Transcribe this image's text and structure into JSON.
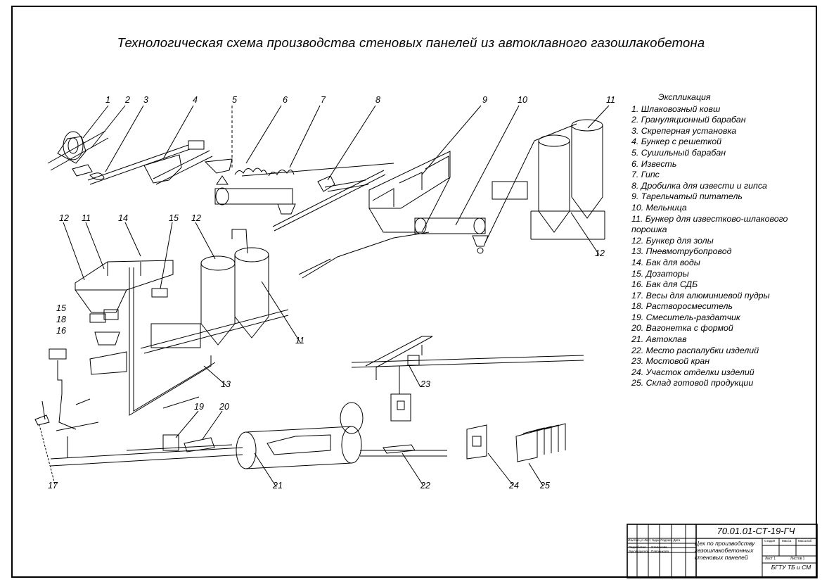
{
  "title": "Технологическая схема производства стеновых панелей из автоклавного газошлакобетона",
  "explication": {
    "header": "Экспликация",
    "items": [
      "1. Шлаковозный ковш",
      "2. Грануляционный барабан",
      "3. Скреперная установка",
      "4. Бункер с решеткой",
      "5. Сушильный барабан",
      "6. Известь",
      "7. Гипс",
      "8. Дробилка для извести и гипса",
      "9. Тарельчатый питатель",
      "10. Мельница",
      "11. Бункер для известково-шлакового\nпорошка",
      "12. Бункер для золы",
      "13. Пневмотрубопровод",
      "14. Бак для воды",
      "15. Дозаторы",
      "16. Бак для СДБ",
      "17. Весы для алюминиевой пудры",
      "18. Растворосмеситель",
      "19. Смеситель-раздатчик",
      "20. Вагонетка с формой",
      "21. Автоклав",
      "22. Место распалубки изделий",
      "23. Мостовой кран",
      "24. Участок отделки изделий",
      "25. Склад готовой продукции"
    ]
  },
  "callouts": [
    "1",
    "2",
    "3",
    "4",
    "5",
    "6",
    "7",
    "8",
    "9",
    "10",
    "11",
    "12",
    "11",
    "14",
    "15",
    "12",
    "15",
    "18",
    "16",
    "11",
    "12",
    "13",
    "17",
    "19",
    "20",
    "21",
    "22",
    "23",
    "24",
    "25"
  ],
  "stamp": {
    "code": "70.01.01-СТ-19-ГЧ",
    "name_line1": "Цех по производству",
    "name_line2": "газошлакобетонных",
    "name_line3": "стеновых панелей",
    "organization": "БГТУ ТБ и СМ",
    "sheet": "Лист 1",
    "sheets": "Листов 1",
    "col_headers": "Изм  Кол.уч  Лист  №док  Подпись  Дата",
    "stage_hdr": "Стадия",
    "mass_hdr": "Масса",
    "scale_hdr": "Масштаб",
    "roles": [
      "Разработал",
      "Руководитель"
    ],
    "names": [
      "Степанова",
      "Павленкова"
    ]
  }
}
